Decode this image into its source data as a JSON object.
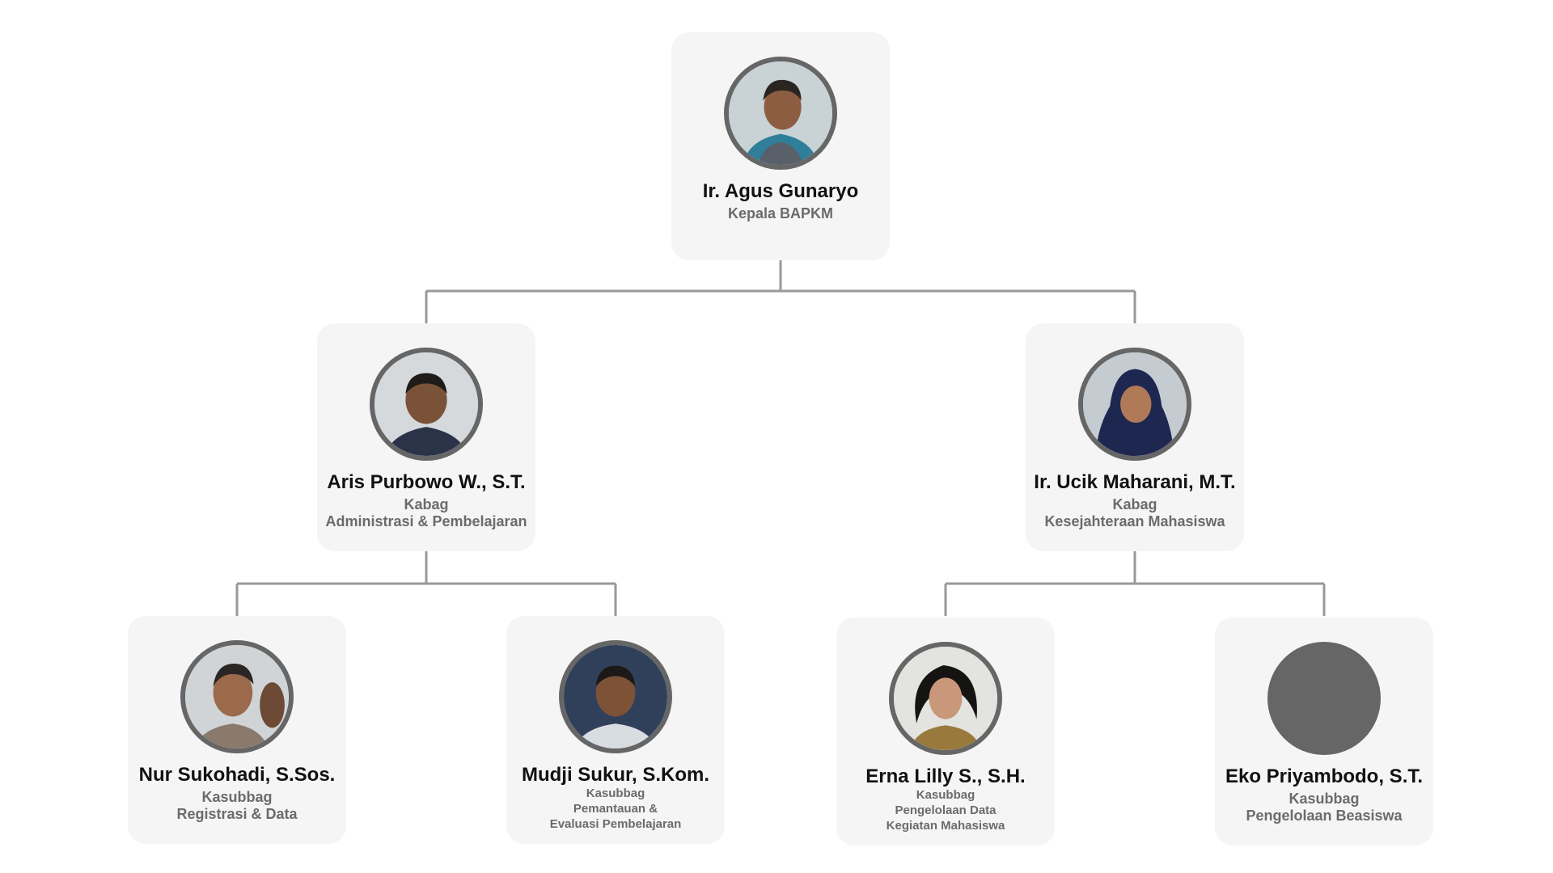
{
  "colors": {
    "card_background": "#f5f5f5",
    "connector": "#999999",
    "avatar_ring": "#666666",
    "name_text": "#111111",
    "role_text": "#6b6b6b"
  },
  "head": {
    "name": "Ir. Agus Gunaryo",
    "role_lines": [
      "Kepala BAPKM"
    ],
    "avatar": "portrait-photo"
  },
  "division_left": {
    "name": "Aris Purbowo W., S.T.",
    "role_lines": [
      "Kabag",
      "Administrasi & Pembelajaran"
    ],
    "avatar": "portrait-photo"
  },
  "division_right": {
    "name": "Ir. Ucik Maharani, M.T.",
    "role_lines": [
      "Kabag",
      "Kesejahteraan Mahasiswa"
    ],
    "avatar": "portrait-photo"
  },
  "section_1": {
    "name": "Nur Sukohadi, S.Sos.",
    "role_lines": [
      "Kasubbag",
      "Registrasi & Data"
    ],
    "avatar": "portrait-photo"
  },
  "section_2": {
    "name": "Mudji Sukur, S.Kom.",
    "role_lines": [
      "Kasubbag",
      "Pemantauan &",
      "Evaluasi Pembelajaran"
    ],
    "avatar": "portrait-photo"
  },
  "section_3": {
    "name": "Erna Lilly S., S.H.",
    "role_lines": [
      "Kasubbag",
      "Pengelolaan Data",
      "Kegiatan Mahasiswa"
    ],
    "avatar": "portrait-photo"
  },
  "section_4": {
    "name": "Eko Priyambodo, S.T.",
    "role_lines": [
      "Kasubbag",
      "Pengelolaan Beasiswa"
    ],
    "avatar": "placeholder-circle"
  }
}
